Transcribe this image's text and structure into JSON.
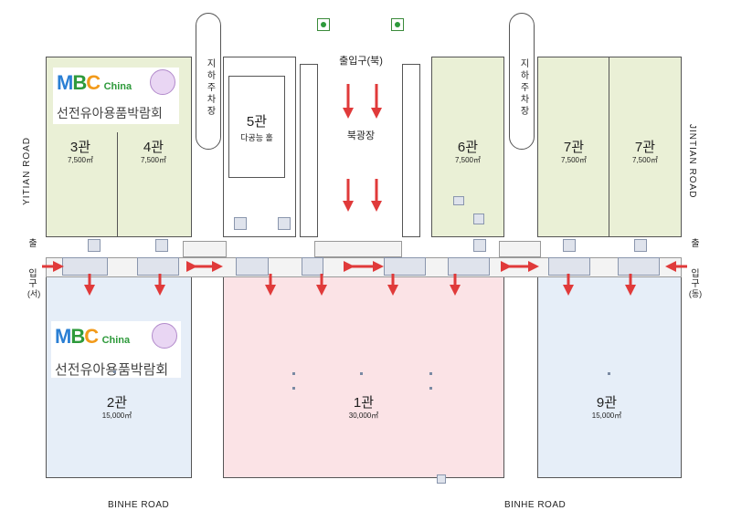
{
  "halls": {
    "h3": {
      "name": "3관",
      "area": "7,500㎡"
    },
    "h4": {
      "name": "4관",
      "area": "7,500㎡"
    },
    "h5": {
      "name": "5관",
      "sub": "다공능 홀"
    },
    "h6": {
      "name": "6관",
      "area": "7,500㎡"
    },
    "h7a": {
      "name": "7관",
      "area": "7,500㎡"
    },
    "h7b": {
      "name": "7관",
      "area": "7,500㎡"
    },
    "h2": {
      "name": "2관",
      "area": "15,000㎡"
    },
    "h1": {
      "name": "1관",
      "area": "30,000㎡"
    },
    "h9": {
      "name": "9관",
      "area": "15,000㎡"
    }
  },
  "logo": {
    "brand_m": "M",
    "brand_b": "B",
    "brand_c": "C",
    "brand_suffix": "China",
    "korean": "선전유아용품박람회"
  },
  "entrances": {
    "north": "출입구(북)",
    "west": [
      "출",
      "입",
      "구",
      "(서)"
    ],
    "east": [
      "출",
      "입",
      "구",
      "(동)"
    ]
  },
  "plaza": "북광장",
  "parking": {
    "left": "지하주차장",
    "right": "지하주차장"
  },
  "roads": {
    "west": "YITIAN ROAD",
    "east": "JINTIAN ROAD",
    "south_left": "BINHE ROAD",
    "south_right": "BINHE ROAD"
  },
  "colors": {
    "green_hall": "#eaf0d6",
    "blue_hall": "#e6eef8",
    "pink_hall": "#fbe3e6",
    "arrow": "#e03a3a",
    "brand_m": "#2a7fd4",
    "brand_b": "#2e9a3b",
    "brand_c": "#f29a1a"
  },
  "icons": [
    "exit-sign-icon",
    "red-arrow-icon",
    "toilet-icon",
    "elevator-icon",
    "info-desk-icon"
  ]
}
